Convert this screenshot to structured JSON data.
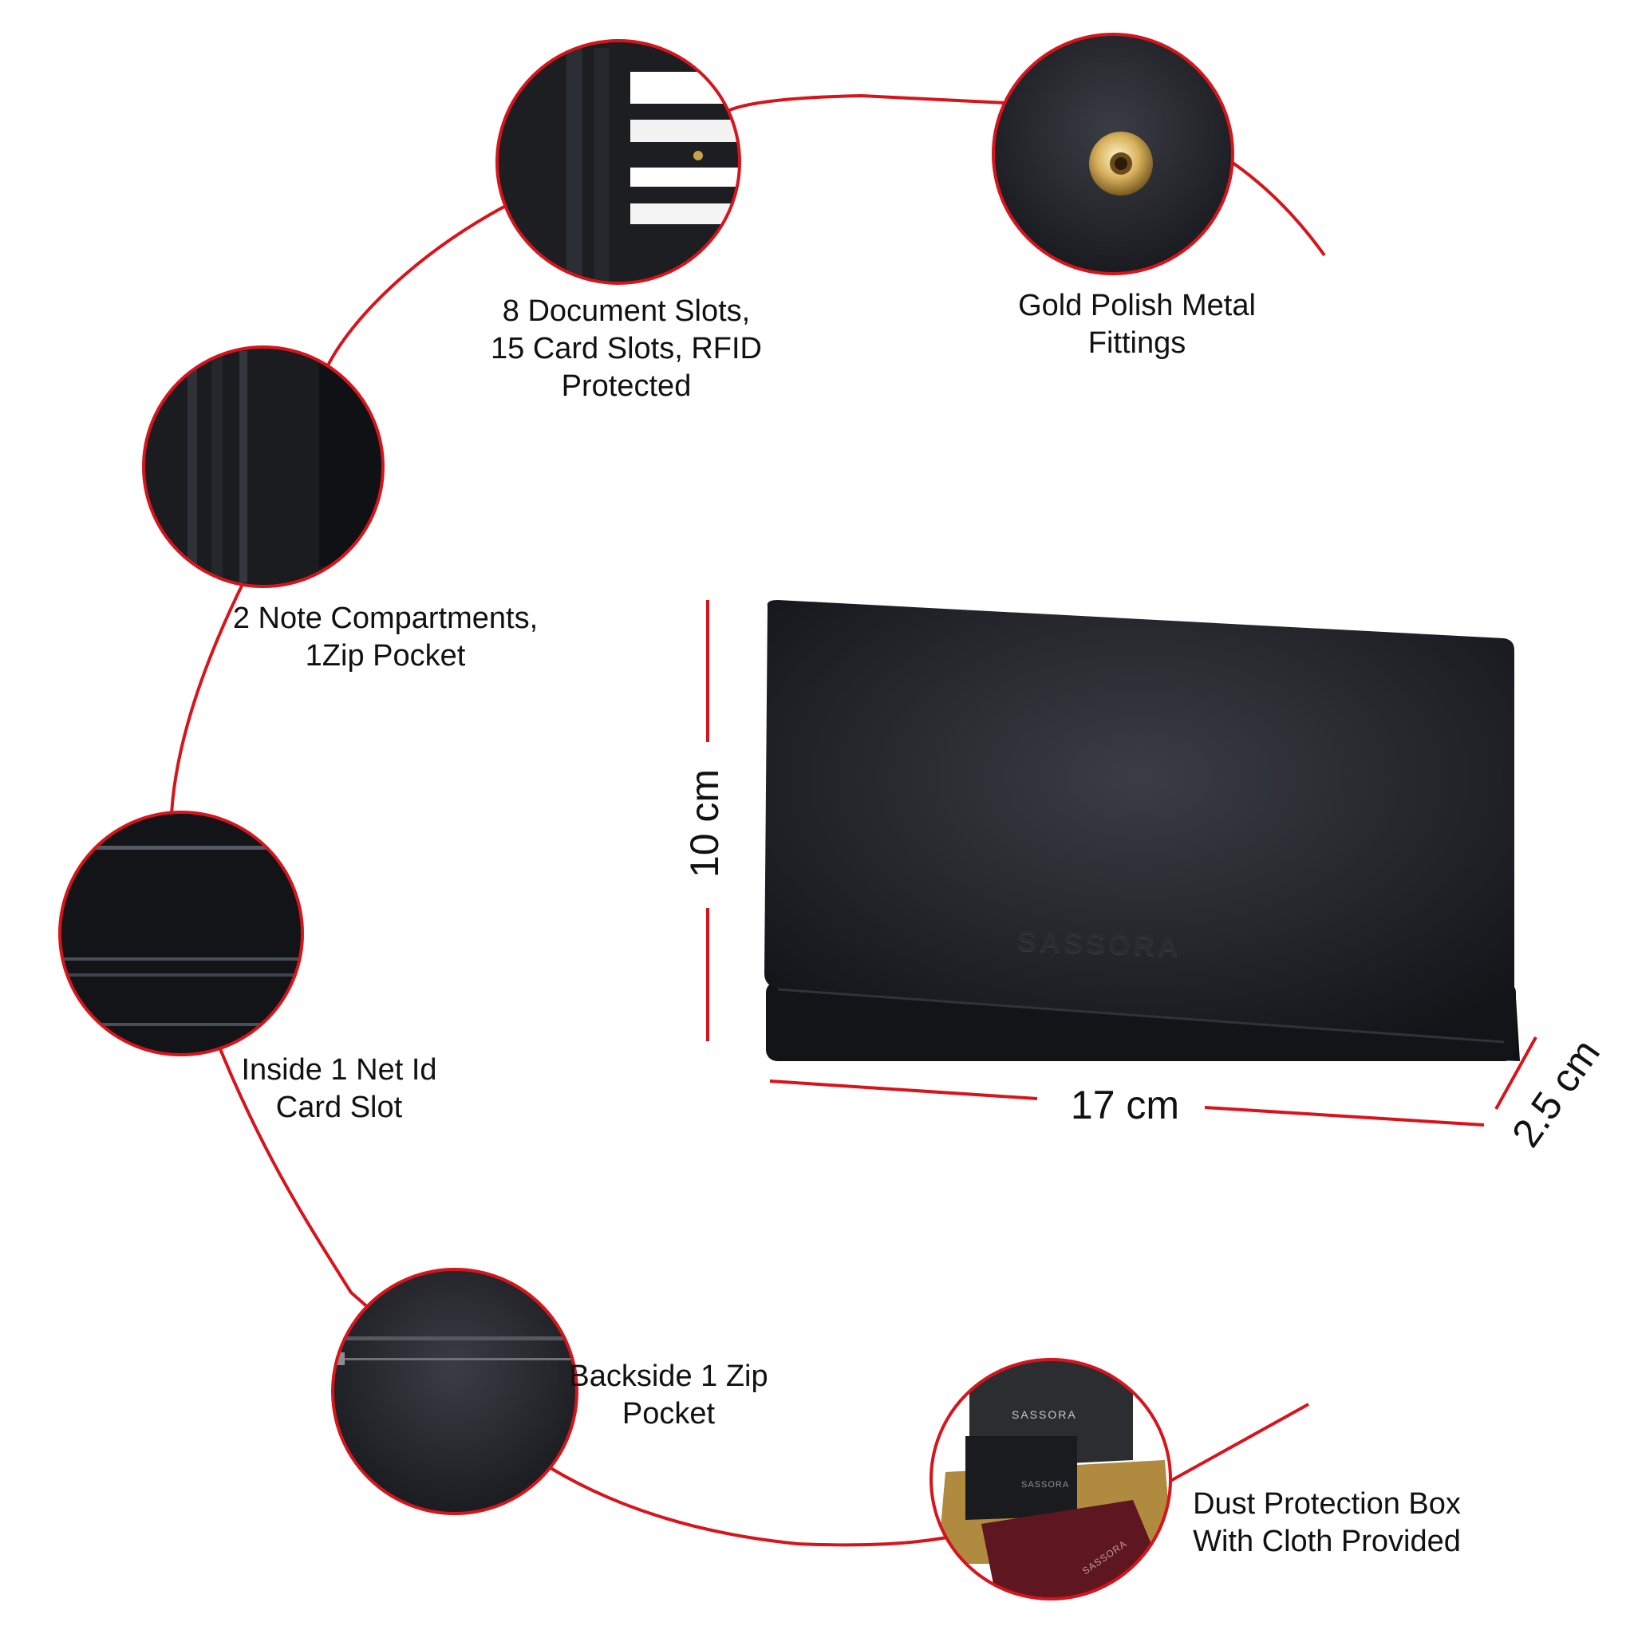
{
  "colors": {
    "accent": "#d7141b",
    "leather": "#1b1d22",
    "background": "#ffffff",
    "gold": "#c9a24a",
    "cloth": "#5e1620"
  },
  "features": [
    {
      "id": "document-slots",
      "lines": [
        "8 Document Slots,",
        "15 Card Slots, RFID",
        "Protected"
      ],
      "icon": "open-wallet-card-slots-photo"
    },
    {
      "id": "metal-fittings",
      "lines": [
        "Gold Polish Metal",
        "Fittings"
      ],
      "icon": "gold-button-closure-photo"
    },
    {
      "id": "note-compartments",
      "lines": [
        "2 Note Compartments,",
        "1Zip Pocket"
      ],
      "icon": "note-compartment-photo"
    },
    {
      "id": "net-id-slot",
      "lines": [
        "Inside 1 Net Id",
        "Card Slot"
      ],
      "icon": "inner-pockets-photo"
    },
    {
      "id": "backside-zip",
      "lines": [
        "Backside 1 Zip",
        "Pocket"
      ],
      "icon": "back-zip-pocket-photo"
    },
    {
      "id": "dust-box",
      "lines": [
        "Dust Protection Box",
        "With Cloth Provided"
      ],
      "icon": "gift-box-cloth-photo"
    }
  ],
  "product": {
    "brand": "SASSORA",
    "dimensions": {
      "height": "10 cm",
      "width": "17 cm",
      "depth": "2.5 cm"
    }
  },
  "box": {
    "brand": "SASSORA",
    "inner_brand": "SASSORA",
    "cloth_brand": "SASSORA"
  }
}
